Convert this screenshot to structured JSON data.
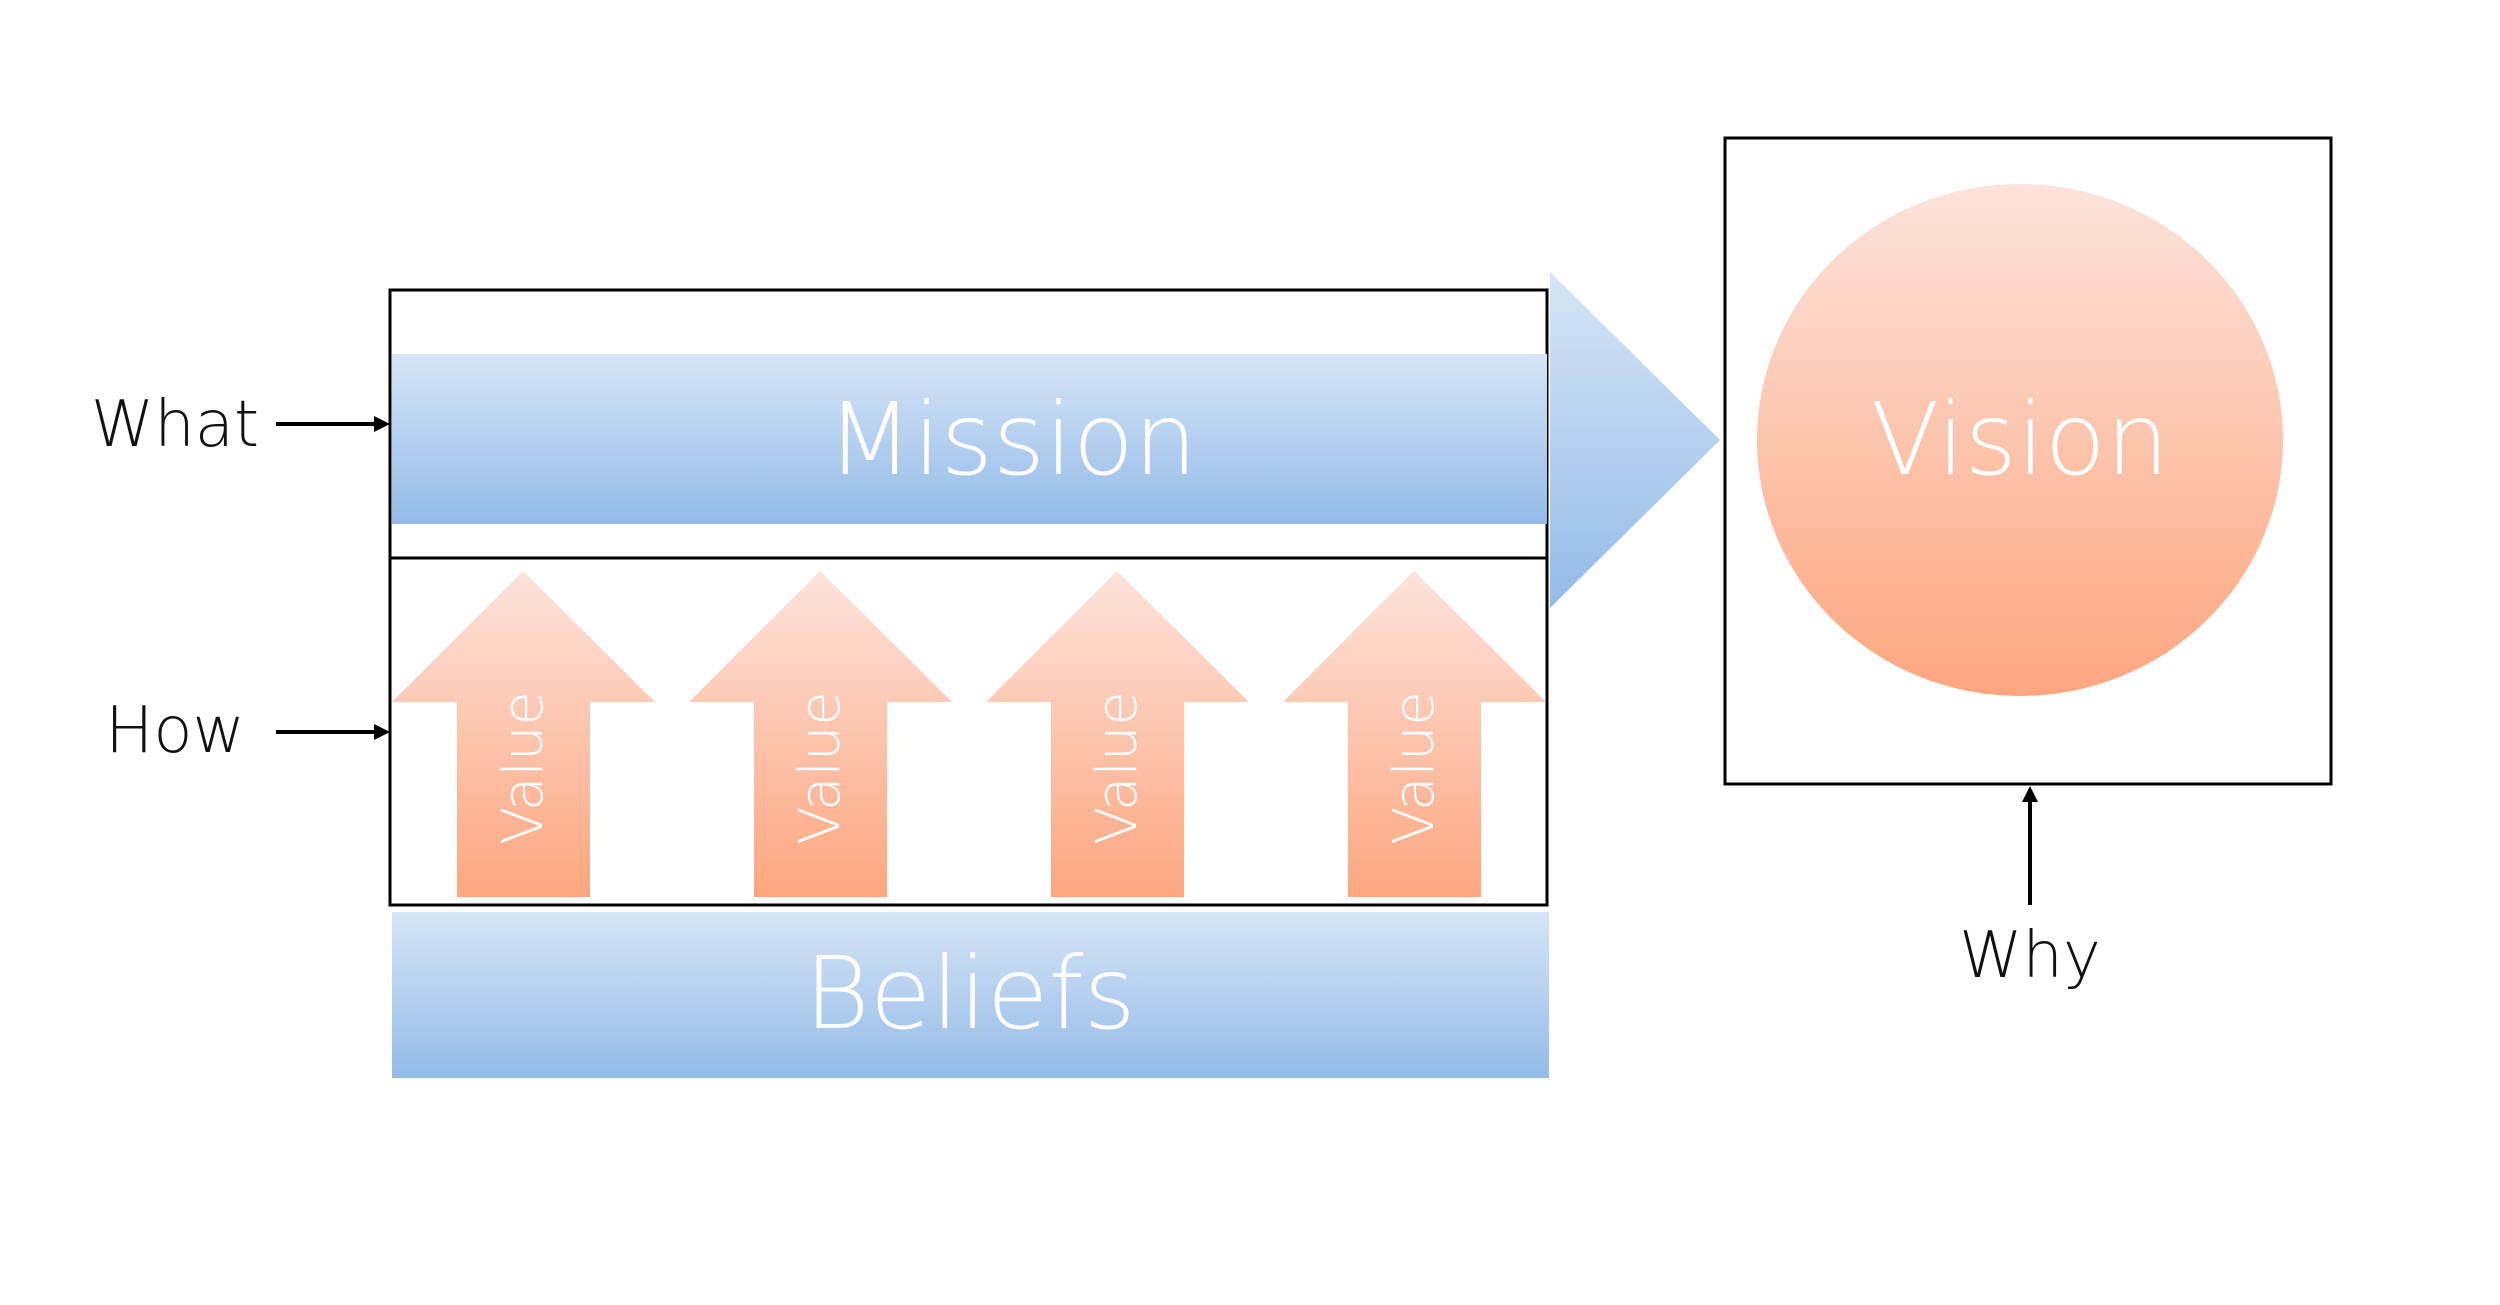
{
  "labels": {
    "what": "What",
    "how": "How",
    "why": "Why",
    "mission": "Mission",
    "beliefs": "Beliefs",
    "vision": "Vision"
  },
  "values": [
    "Value",
    "Value",
    "Value",
    "Value"
  ],
  "colors": {
    "blue_light": "#d6e5f6",
    "blue_dark": "#94bbe9",
    "peach_light": "#fde3dc",
    "peach_dark": "#fda67f",
    "outline": "#000000",
    "label_text": "#111111"
  }
}
